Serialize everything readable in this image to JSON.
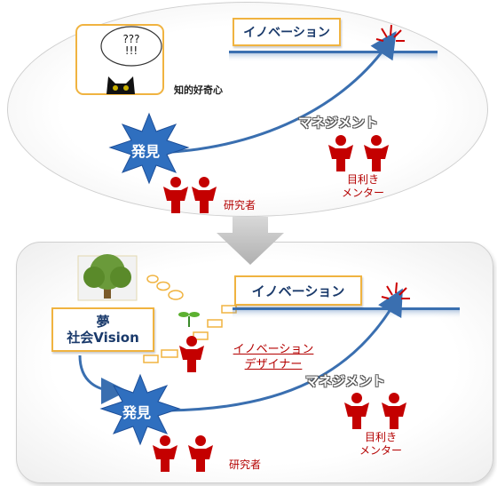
{
  "top": {
    "innovation_label": "イノベーション",
    "thought_line1": "???",
    "thought_line2": "!!!",
    "curiosity_label": "知的好奇心",
    "discovery_label": "発見",
    "management_label": "マネジメント",
    "mentor_line1": "目利き",
    "mentor_line2": "メンター",
    "researcher_label": "研究者"
  },
  "bottom": {
    "innovation_label": "イノベーション",
    "dream_line1": "夢",
    "dream_line2": "社会Vision",
    "designer_line1": "イノベーション",
    "designer_line2": "デザイナー",
    "discovery_label": "発見",
    "management_label": "マネジメント",
    "mentor_line1": "目利き",
    "mentor_line2": "メンター",
    "researcher_label": "研究者"
  },
  "colors": {
    "box_border": "#f0b340",
    "star": "#2f6fbf",
    "person": "#c40000",
    "arrow": "#3a6fb0",
    "horizon": "#3a6fb0",
    "burst": "#cc0000"
  },
  "icons": [
    "cat-icon",
    "thought-bubble-icon",
    "star-burst-icon",
    "person-icon",
    "tree-icon",
    "sprout-icon",
    "flag-burst-icon",
    "down-arrow-icon"
  ]
}
